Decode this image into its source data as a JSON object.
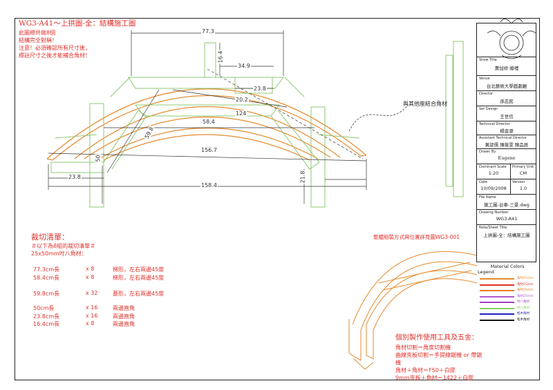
{
  "header": {
    "title": "WG3-A41～上拱圖-全：結構施工圖",
    "notes": [
      "此圖總共做8個",
      "結構完全對稱！",
      "注意！必須確認所有尺寸後，",
      "標註尺寸之後才能補合角材！"
    ]
  },
  "dimensions": {
    "top_width": "77.3",
    "post_height": "16.4",
    "center_gap": "34.9",
    "side_piece": "23.8",
    "diag_short": "20.2",
    "diag_long": "124",
    "inner_chord": "58.4",
    "left_diag": "59.8",
    "left_vertical": "50",
    "outer_chord": "156.7",
    "left_foot": "23.8",
    "overall_width": "158.4",
    "foot_height": "21.8"
  },
  "callouts": {
    "joint_note": "與其他座結合角材",
    "assembly_note": "整體組裝方式與位置詳見圖WG3-001"
  },
  "cut_list": {
    "title": "裁切清單：",
    "subtitle1": "＃以下為8組的裁切清單＃",
    "subtitle2": "25x50mm吋八角材：",
    "rows": [
      {
        "length": "77.3cm長",
        "qty": "x 8",
        "note": "梯形，左右兩邊45度"
      },
      {
        "length": "58.4cm長",
        "qty": "x 8",
        "note": "梯形，左右兩邊45度"
      },
      {
        "length": "59.8cm長",
        "qty": "x 32",
        "note": "菱形，左右兩邊45度"
      },
      {
        "length": "50cm長",
        "qty": "x 16",
        "note": "兩邊直角"
      },
      {
        "length": "23.8cm長",
        "qty": "x 16",
        "note": "兩邊直角"
      },
      {
        "length": "16.4cm長",
        "qty": "x 8",
        "note": "兩邊直角"
      }
    ]
  },
  "tools": {
    "title": "個別製作使用工具及五金：",
    "lines": [
      "角材切割＝角度切割機",
      "曲線夾板切割＝手提線鋸機 or 帶鋸",
      "機",
      "角材＋角材＝F50＋白膠",
      "9mm夾板＋角材＝1422＋白膠"
    ]
  },
  "title_block": {
    "show_title_label": "Show Title",
    "show_title": "賣加修·婚禮",
    "venue_label": "Venue",
    "venue": "台北藝術大學戲劇廳",
    "director_label": "Director",
    "director": "孫志民",
    "set_design_label": "Set Design",
    "set_design": "王世信",
    "tech_director_label": "Technical  Director",
    "tech_director": "楊金源",
    "assistant_label": "Assistant  Technical  Director",
    "assistant": "黃諺儒 陳筱雯 陳品辰",
    "drawn_by_label": "Drawn By",
    "drawn_by": "Eugene",
    "scale_label": "Dominant  Scale",
    "scale": "1:20",
    "unit_label": "Primary  Unit",
    "unit": "CM",
    "date_label": "Date",
    "date": "10/09/2008",
    "version_label": "Version",
    "version": "1.0",
    "file_label": "File  Name",
    "file": "施工圖-台車-三景.dwg",
    "drawing_number_label": "Drawing  Number",
    "drawing_number": "WG3-A41",
    "note_label": "Note/Sheet  Title",
    "note": "上拱圖-全：結構施工圖"
  },
  "legend": {
    "title": "Material Colors",
    "subtitle": "Legend",
    "items": [
      {
        "label": "角材25mm",
        "color": "#e58a2e"
      },
      {
        "label": "角材25mm",
        "color": "#e0302a"
      },
      {
        "label": "角材25mm",
        "color": "#e87a20"
      },
      {
        "label": "角材25mm",
        "color": "#b05ad0"
      },
      {
        "label": "吋八角材",
        "color": "#a040c0"
      },
      {
        "label": "吋八角材",
        "color": "#86d060"
      },
      {
        "label": "松木角材",
        "color": "#2020c0"
      },
      {
        "label": "松木角材",
        "color": "#111111"
      }
    ]
  },
  "colors": {
    "red": "#e0302a",
    "orange": "#e58a2e",
    "green": "#8cc870"
  }
}
